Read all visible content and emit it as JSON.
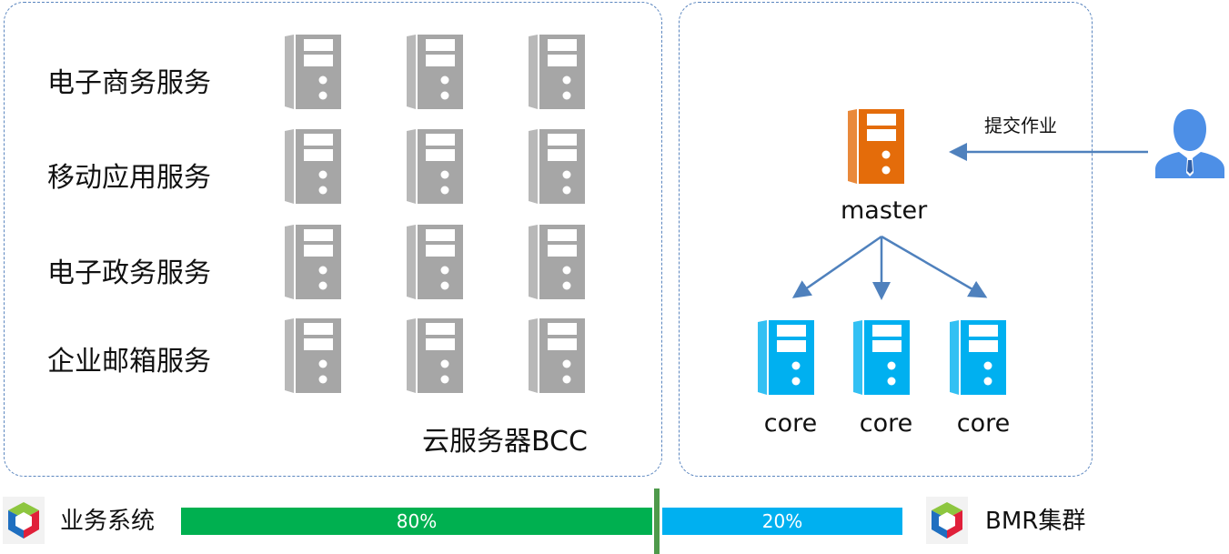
{
  "services": [
    {
      "label": "电子商务服务"
    },
    {
      "label": "移动应用服务"
    },
    {
      "label": "电子政务服务"
    },
    {
      "label": "企业邮箱服务"
    }
  ],
  "bcc_label": "云服务器BCC",
  "cluster": {
    "master_label": "master",
    "core_labels": [
      "core",
      "core",
      "core"
    ],
    "submit_label": "提交作业"
  },
  "legend": {
    "biz_label": "业务系统",
    "bmr_label": "BMR集群",
    "biz_percent": "80%",
    "bmr_percent": "20%"
  },
  "colors": {
    "gray_server": "#a6a6a6",
    "master_server": "#e46c0a",
    "core_server": "#00b0f0",
    "bar_biz": "#00b050",
    "bar_bmr": "#00b0f0",
    "panel_border": "#5b86bf",
    "arrow": "#4f81bd",
    "user": "#4d8fe6"
  },
  "icons": {
    "server": "server-icon",
    "user": "user-icon",
    "logo": "cube-logo-icon"
  }
}
